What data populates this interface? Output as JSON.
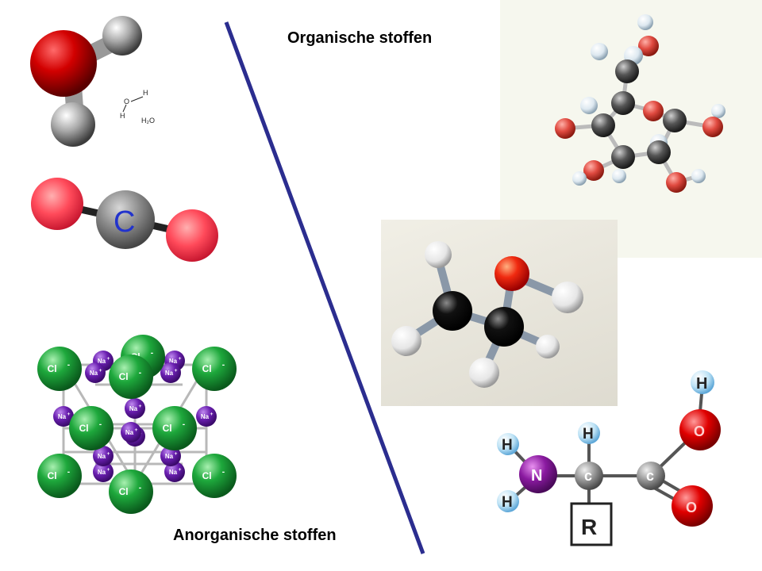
{
  "titles": {
    "organic": "Organische stoffen",
    "inorganic": "Anorganische stoffen"
  },
  "water": {
    "formula_o": "O",
    "formula_h1": "H",
    "formula_h2": "H",
    "formula_name": "H₂O"
  },
  "co2": {
    "carbon_label": "C"
  },
  "salt": {
    "cl_label": "Cl",
    "cl_charge": "-",
    "na_label": "Na",
    "na_charge": "+"
  },
  "amino_acid": {
    "h_label": "H",
    "n_label": "N",
    "c_label": "c",
    "o_label": "O",
    "r_label": "R"
  },
  "colors": {
    "divider": "#2b2d8f",
    "oxygen": "#cc0000",
    "hydrogen": "#d0d0d0",
    "carbon": "#3a3a3a",
    "chlorine": "#1e9e3a",
    "sodium": "#6a1fa8",
    "nitrogen": "#8a1a9a"
  }
}
